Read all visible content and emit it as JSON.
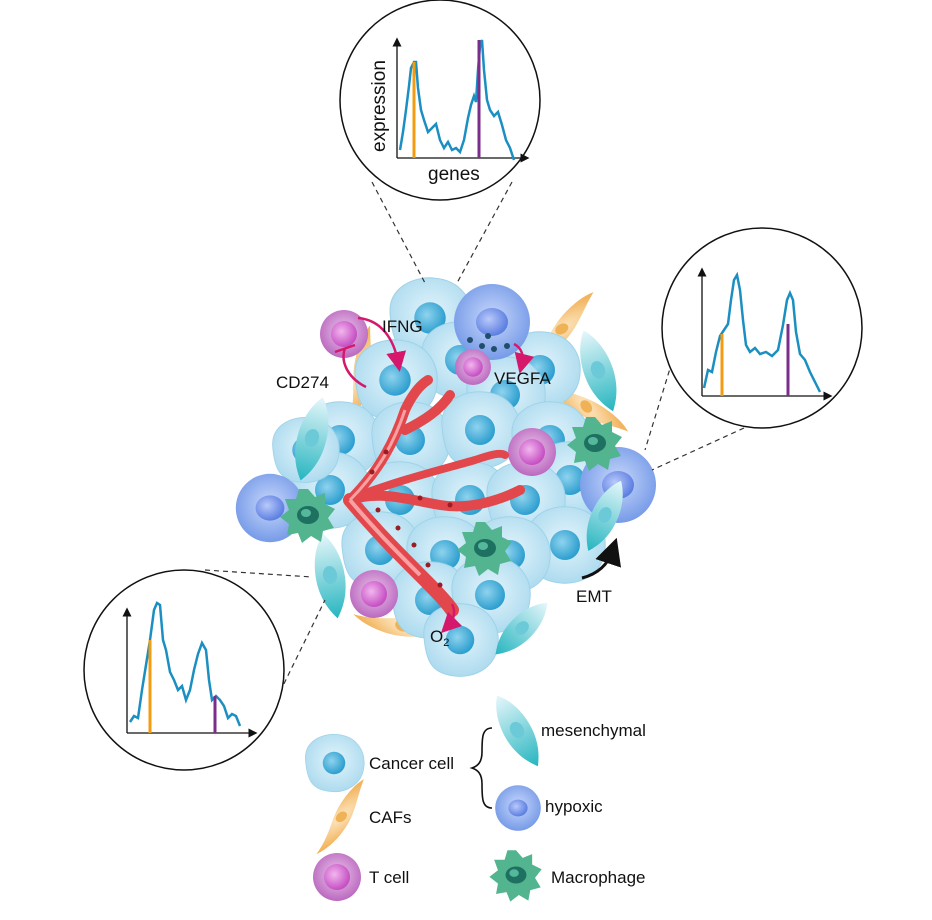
{
  "labels": {
    "ifng": "IFNG",
    "cd274": "CD274",
    "vegfa": "VEGFA",
    "o2": "O",
    "o2_sub": "2",
    "emt": "EMT"
  },
  "inset_top": {
    "xlabel": "genes",
    "ylabel": "expression"
  },
  "legend": {
    "cancer_cell": "Cancer cell",
    "mesenchymal": "mesenchymal",
    "hypoxic": "hypoxic",
    "cafs": "CAFs",
    "t_cell": "T cell",
    "macrophage": "Macrophage"
  },
  "colors": {
    "cancer_cell": "#b9e2f1",
    "nucleus": "#4fb3da",
    "caf": "#f6c27a",
    "t_cell": "#c777c9",
    "hypoxic": "#8fb2ee",
    "macrophage": "#3aa584",
    "vessel": "#e2474c",
    "mesenchymal": "#3cc3c9",
    "trace": "#1b8fc1",
    "marker_orange": "#f39c12",
    "marker_purple": "#7b2d8b",
    "arrow_pink": "#d6186c"
  }
}
